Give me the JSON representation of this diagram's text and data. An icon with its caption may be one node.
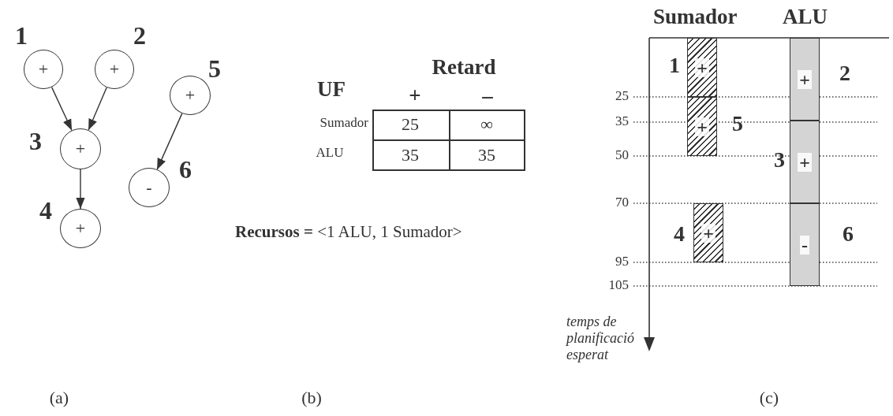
{
  "diagram": {
    "nodes": [
      {
        "text": [
          "+"
        ],
        "beside": [
          "1"
        ]
      },
      {
        "text": [
          "+"
        ],
        "beside": [
          "2"
        ]
      },
      {
        "text": [
          "+"
        ],
        "beside": [
          "3"
        ]
      },
      {
        "text": [
          "+"
        ],
        "beside": [
          "4"
        ]
      },
      {
        "text": [
          "+"
        ],
        "beside": [
          "5"
        ]
      },
      {
        "text": [
          "-"
        ],
        "beside": [
          "6"
        ]
      },
      {
        "text": [
          "+"
        ],
        "beside": [
          "1"
        ]
      },
      {
        "text": [
          "+"
        ],
        "beside": [
          "2"
        ]
      },
      {
        "text": [
          "+"
        ],
        "beside": [
          "5"
        ]
      },
      {
        "text": [
          "+"
        ],
        "beside": [
          "3"
        ]
      },
      {
        "text": [
          "+"
        ],
        "beside": [
          "4"
        ]
      },
      {
        "text": [
          "-"
        ],
        "beside": [
          "6"
        ]
      }
    ],
    "edges": [
      {
        "from": 0,
        "to": 2,
        "arrow": "to"
      },
      {
        "from": 1,
        "to": 2,
        "arrow": "to"
      },
      {
        "from": 2,
        "to": 3,
        "arrow": "to"
      },
      {
        "from": 4,
        "to": 5,
        "arrow": "to"
      }
    ],
    "labels": [
      "Retard",
      "UF",
      "+",
      "–",
      "Sumador",
      "25",
      "∞",
      "ALU",
      "35",
      "35",
      "**Recursos =** <1 ALU, 1 Sumador>",
      "Sumador",
      "ALU",
      "25",
      "35",
      "50",
      "70",
      "95",
      "105",
      "temps de planificació esperat",
      "(a)",
      "(b)",
      "(c)"
    ]
  }
}
